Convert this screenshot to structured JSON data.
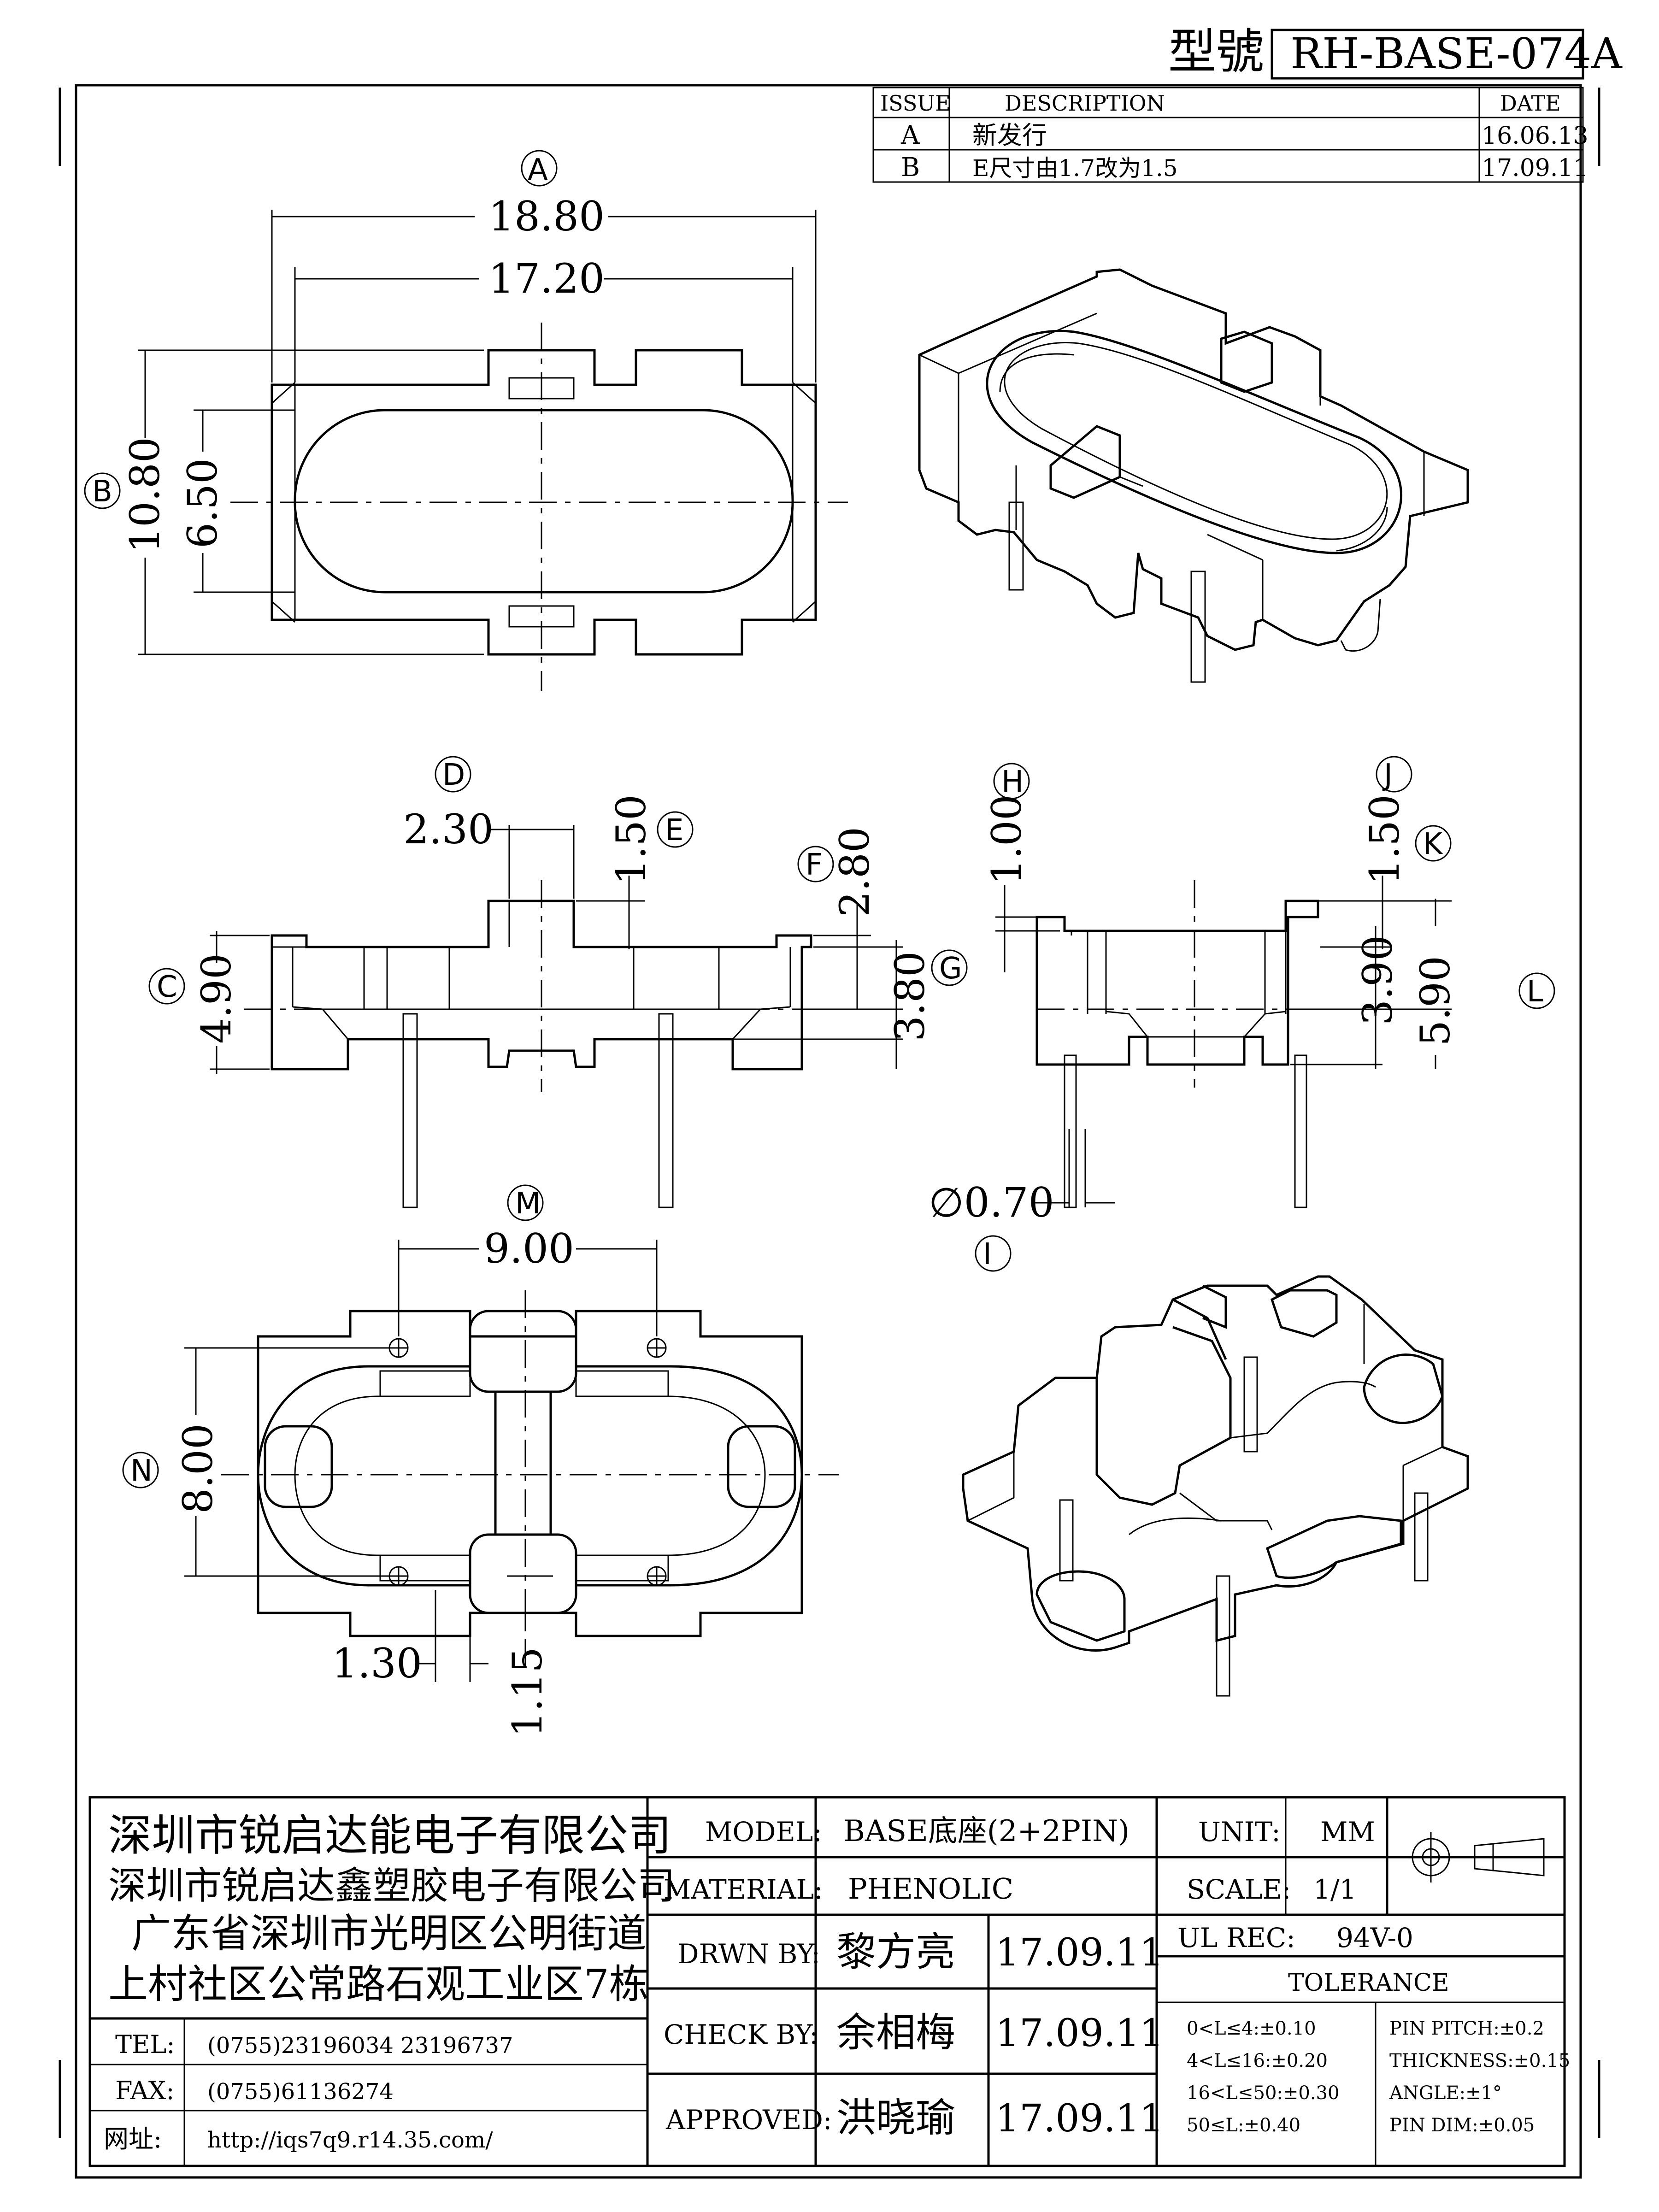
{
  "header": {
    "model_label": "型號",
    "model_number": "RH-BASE-074A"
  },
  "revision_table": {
    "headers": [
      "ISSUE",
      "DESCRIPTION",
      "DATE"
    ],
    "rows": [
      {
        "issue": "A",
        "description": "新发行",
        "date": "16.06.13"
      },
      {
        "issue": "B",
        "description": "E尺寸由1.7改为1.5",
        "date": "17.09.11"
      }
    ]
  },
  "callouts": [
    "A",
    "B",
    "C",
    "D",
    "E",
    "F",
    "G",
    "H",
    "I",
    "J",
    "K",
    "L",
    "M",
    "N"
  ],
  "dimensions": {
    "A_outer": "18.80",
    "A_inner": "17.20",
    "B_outer": "10.80",
    "B_inner": "6.50",
    "C": "4.90",
    "D": "2.30",
    "E": "1.50",
    "F": "2.80",
    "G": "3.80",
    "H": "1.00",
    "J": "1.50",
    "K": "3.90",
    "L": "5.90",
    "I": "∅0.70",
    "M": "9.00",
    "N": "8.00",
    "pin_offset_x": "1.30",
    "pin_offset_y": "1.15"
  },
  "company": {
    "lines": [
      "深圳市锐启达能电子有限公司",
      "深圳市锐启达鑫塑胶电子有限公司",
      "广东省深圳市光明区公明街道",
      "上村社区公常路石观工业区7栋"
    ],
    "tel_label": "TEL:",
    "tel": "(0755)23196034  23196737",
    "fax_label": "FAX:",
    "fax": "(0755)61136274",
    "web_label": "网址:",
    "web": "http://iqs7q9.r14.35.com/"
  },
  "title_block": {
    "model_label": "MODEL:",
    "model": "BASE底座(2+2PIN)",
    "material_label": "MATERIAL:",
    "material": "PHENOLIC",
    "drawn_label": "DRWN BY:",
    "drawn_by": "黎方亮",
    "drawn_date": "17.09.11",
    "check_label": "CHECK BY:",
    "checked_by": "余相梅",
    "check_date": "17.09.11",
    "approved_label": "APPROVED:",
    "approved_by": "洪晓瑜",
    "approved_date": "17.09.11",
    "unit_label": "UNIT:",
    "unit": "MM",
    "scale_label": "SCALE:",
    "scale": "1/1",
    "ul_label": "UL REC:",
    "ul": "94V-0",
    "tolerance_label": "TOLERANCE",
    "tolerance_left": [
      "0<L≤4:±0.10",
      "4<L≤16:±0.20",
      "16<L≤50:±0.30",
      "50≤L:±0.40"
    ],
    "tolerance_right": [
      "PIN PITCH:±0.2",
      "THICKNESS:±0.15",
      "ANGLE:±1°",
      "PIN DIM:±0.05"
    ]
  }
}
